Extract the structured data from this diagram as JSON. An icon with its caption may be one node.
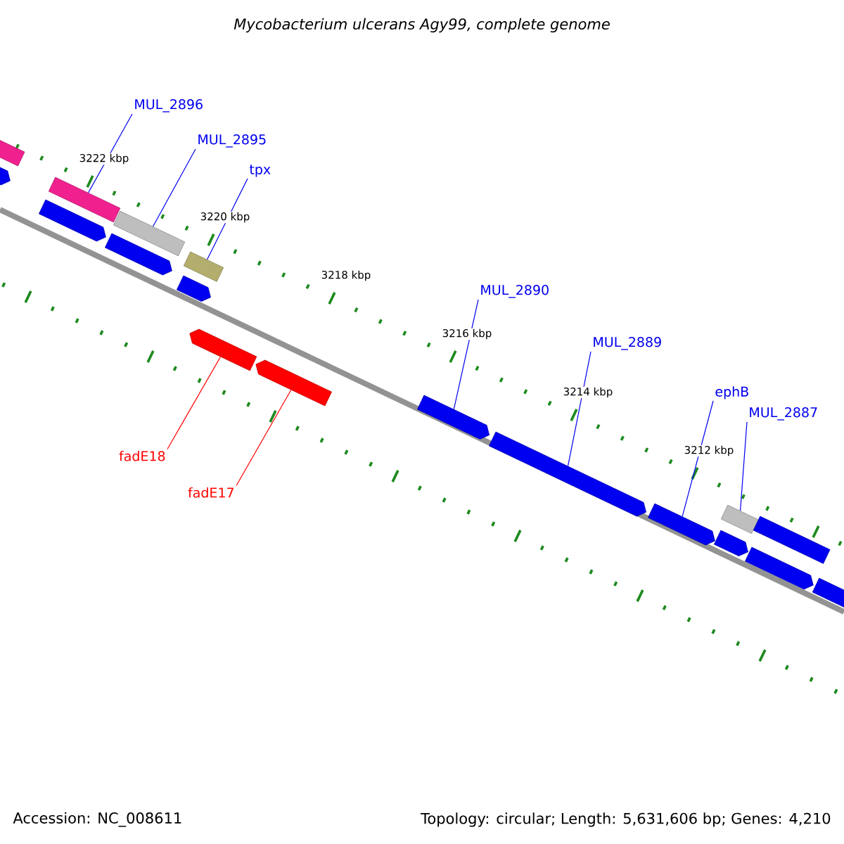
{
  "diagram": {
    "title": "Mycobacterium ulcerans Agy99, complete genome",
    "nodes": [
      {
        "text": [
          "MUL_2896"
        ]
      },
      {
        "text": [
          "MUL_2895"
        ]
      },
      {
        "text": [
          "tpx"
        ]
      },
      {
        "text": [
          "MUL_2890"
        ]
      },
      {
        "text": [
          "MUL_2889"
        ]
      },
      {
        "text": [
          "ephB"
        ]
      },
      {
        "text": [
          "MUL_2887"
        ]
      },
      {
        "text": [
          "fadE18"
        ]
      },
      {
        "text": [
          "fadE17"
        ]
      },
      {
        "text": [],
        "shape": "box"
      },
      {
        "text": [],
        "shape": "arrow"
      },
      {
        "text": [],
        "shape": "box"
      },
      {
        "text": [],
        "shape": "box"
      },
      {
        "text": [],
        "shape": "box"
      },
      {
        "text": [],
        "shape": "arrow"
      },
      {
        "text": [],
        "shape": "arrow"
      },
      {
        "text": [],
        "shape": "arrow"
      },
      {
        "text": [],
        "shape": "arrow"
      },
      {
        "text": [],
        "shape": "arrow"
      },
      {
        "text": [],
        "shape": "arrow"
      },
      {
        "text": [],
        "shape": "arrow"
      },
      {
        "text": [],
        "shape": "arrow"
      },
      {
        "text": [],
        "shape": "arrow"
      },
      {
        "text": [],
        "shape": "arrow"
      },
      {
        "text": [],
        "shape": "box"
      },
      {
        "text": [],
        "shape": "box"
      },
      {
        "text": [],
        "shape": "box"
      }
    ],
    "edges": [
      {
        "from": 0,
        "to": 11,
        "arrow": "none"
      },
      {
        "from": 1,
        "to": 12,
        "arrow": "none"
      },
      {
        "from": 2,
        "to": 13,
        "arrow": "none"
      },
      {
        "from": 3,
        "to": 19,
        "arrow": "none"
      },
      {
        "from": 4,
        "to": 20,
        "arrow": "none"
      },
      {
        "from": 5,
        "to": 21,
        "arrow": "none"
      },
      {
        "from": 6,
        "to": 25,
        "arrow": "none"
      },
      {
        "from": 7,
        "to": 17,
        "arrow": "none",
        "color": "#ff0000"
      },
      {
        "from": 8,
        "to": 18,
        "arrow": "none",
        "color": "#ff0000"
      }
    ],
    "labels": [
      "3222 kbp",
      "3220 kbp",
      "3218 kbp",
      "3216 kbp",
      "3214 kbp",
      "3212 kbp",
      "Accession: NC_008611",
      "Topology: circular; Length: 5,631,606 bp; Genes: 4,210"
    ]
  }
}
